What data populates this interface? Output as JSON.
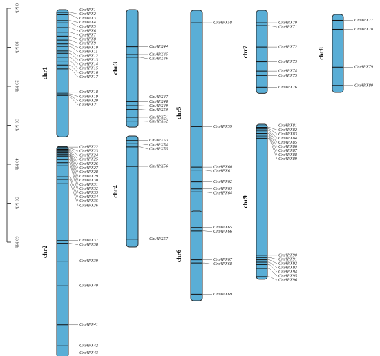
{
  "scale": {
    "ticks": [
      "0 Mb",
      "10 Mb",
      "20 Mb",
      "30 Mb",
      "40 Mb",
      "50 Mb",
      "60 Mb"
    ]
  },
  "chromosomes": [
    {
      "name": "chr1",
      "length_mb": 32.6,
      "genes": [
        {
          "id": "CmAPX1",
          "pos": 0.1
        },
        {
          "id": "CmAPX2",
          "pos": 0.7
        },
        {
          "id": "CmAPX3",
          "pos": 1.3
        },
        {
          "id": "CmAPX4",
          "pos": 2.8
        },
        {
          "id": "CmAPX5",
          "pos": 3.4
        },
        {
          "id": "CmAPX6",
          "pos": 4.6
        },
        {
          "id": "CmAPX7",
          "pos": 5.8
        },
        {
          "id": "CmAPX8",
          "pos": 6.8
        },
        {
          "id": "CmAPX9",
          "pos": 7.8
        },
        {
          "id": "CmAPX10",
          "pos": 8.8
        },
        {
          "id": "CmAPX11",
          "pos": 9.4
        },
        {
          "id": "CmAPX12",
          "pos": 10.6
        },
        {
          "id": "CmAPX13",
          "pos": 11.2
        },
        {
          "id": "CmAPX14",
          "pos": 12.2
        },
        {
          "id": "CmAPX15",
          "pos": 13.2
        },
        {
          "id": "CmAPX16",
          "pos": 14.2
        },
        {
          "id": "CmAPX17",
          "pos": 15.2
        },
        {
          "id": "CmAPX18",
          "pos": 21.2
        },
        {
          "id": "CmAPX19",
          "pos": 21.6
        },
        {
          "id": "CmAPX20",
          "pos": 22.0
        },
        {
          "id": "CmAPX21",
          "pos": 22.4
        }
      ]
    },
    {
      "name": "chr2",
      "length_mb": 54.1,
      "genes": [
        {
          "id": "CmAPX22",
          "pos": 0.2
        },
        {
          "id": "CmAPX23",
          "pos": 0.5
        },
        {
          "id": "CmAPX24",
          "pos": 0.8
        },
        {
          "id": "CmAPX25",
          "pos": 1.1
        },
        {
          "id": "CmAPX26",
          "pos": 1.4
        },
        {
          "id": "CmAPX27",
          "pos": 1.7
        },
        {
          "id": "CmAPX28",
          "pos": 2.0
        },
        {
          "id": "CmAPX29",
          "pos": 2.3
        },
        {
          "id": "CmAPX30",
          "pos": 2.6
        },
        {
          "id": "CmAPX31",
          "pos": 3.4
        },
        {
          "id": "CmAPX32",
          "pos": 4.2
        },
        {
          "id": "CmAPX33",
          "pos": 5.0
        },
        {
          "id": "CmAPX34",
          "pos": 7.8
        },
        {
          "id": "CmAPX35",
          "pos": 8.5
        },
        {
          "id": "CmAPX36",
          "pos": 9.6
        },
        {
          "id": "CmAPX37",
          "pos": 24.2
        },
        {
          "id": "CmAPX38",
          "pos": 24.9
        },
        {
          "id": "CmAPX39",
          "pos": 29.5
        },
        {
          "id": "CmAPX40",
          "pos": 35.8
        },
        {
          "id": "CmAPX41",
          "pos": 45.8
        },
        {
          "id": "CmAPX42",
          "pos": 51.2
        },
        {
          "id": "CmAPX43",
          "pos": 53.0
        }
      ]
    },
    {
      "name": "chr3",
      "length_mb": 30.1,
      "genes": [
        {
          "id": "CmAPX44",
          "pos": 9.5
        },
        {
          "id": "CmAPX45",
          "pos": 11.5
        },
        {
          "id": "CmAPX46",
          "pos": 12.2
        },
        {
          "id": "CmAPX47",
          "pos": 22.4
        },
        {
          "id": "CmAPX48",
          "pos": 23.6
        },
        {
          "id": "CmAPX49",
          "pos": 24.6
        },
        {
          "id": "CmAPX50",
          "pos": 25.6
        },
        {
          "id": "CmAPX51",
          "pos": 27.6
        },
        {
          "id": "CmAPX52",
          "pos": 28.6
        }
      ]
    },
    {
      "name": "chr4",
      "length_mb": 28.5,
      "genes": [
        {
          "id": "CmAPX53",
          "pos": 1.2
        },
        {
          "id": "CmAPX54",
          "pos": 2.0
        },
        {
          "id": "CmAPX55",
          "pos": 2.8
        },
        {
          "id": "CmAPX56",
          "pos": 7.8
        },
        {
          "id": "CmAPX57",
          "pos": 26.5
        }
      ]
    },
    {
      "name": "chr5",
      "length_mb": 52.7,
      "genes": [
        {
          "id": "CmAPX58",
          "pos": 3.2
        },
        {
          "id": "CmAPX59",
          "pos": 29.8
        },
        {
          "id": "CmAPX60",
          "pos": 40.2
        },
        {
          "id": "CmAPX61",
          "pos": 41.0
        },
        {
          "id": "CmAPX62",
          "pos": 44.0
        },
        {
          "id": "CmAPX63",
          "pos": 45.8
        },
        {
          "id": "CmAPX64",
          "pos": 46.6
        }
      ]
    },
    {
      "name": "chr6",
      "length_mb": 23.0,
      "genes": [
        {
          "id": "CmAPX65",
          "pos": 4.2
        },
        {
          "id": "CmAPX66",
          "pos": 5.1
        },
        {
          "id": "CmAPX67",
          "pos": 12.5
        },
        {
          "id": "CmAPX68",
          "pos": 13.3
        },
        {
          "id": "CmAPX69",
          "pos": 21.3
        }
      ]
    },
    {
      "name": "chr7",
      "length_mb": 21.3,
      "genes": [
        {
          "id": "CmAPX70",
          "pos": 3.2
        },
        {
          "id": "CmAPX71",
          "pos": 3.9
        },
        {
          "id": "CmAPX72",
          "pos": 9.4
        },
        {
          "id": "CmAPX73",
          "pos": 13.2
        },
        {
          "id": "CmAPX74",
          "pos": 15.6
        },
        {
          "id": "CmAPX75",
          "pos": 16.7
        },
        {
          "id": "CmAPX76",
          "pos": 19.7
        }
      ]
    },
    {
      "name": "chr8",
      "length_mb": 20.0,
      "genes": [
        {
          "id": "CmAPX77",
          "pos": 1.5
        },
        {
          "id": "CmAPX78",
          "pos": 3.8
        },
        {
          "id": "CmAPX79",
          "pos": 13.5
        },
        {
          "id": "CmAPX80",
          "pos": 18.2
        }
      ]
    },
    {
      "name": "chr9",
      "length_mb": 39.8,
      "genes": [
        {
          "id": "CmAPX81",
          "pos": 0.4
        },
        {
          "id": "CmAPX82",
          "pos": 0.8
        },
        {
          "id": "CmAPX83",
          "pos": 1.2
        },
        {
          "id": "CmAPX84",
          "pos": 1.6
        },
        {
          "id": "CmAPX85",
          "pos": 2.0
        },
        {
          "id": "CmAPX86",
          "pos": 2.4
        },
        {
          "id": "CmAPX87",
          "pos": 2.8
        },
        {
          "id": "CmAPX88",
          "pos": 3.2
        },
        {
          "id": "CmAPX89",
          "pos": 3.6
        },
        {
          "id": "CmAPX90",
          "pos": 33.6
        },
        {
          "id": "CmAPX91",
          "pos": 34.2
        },
        {
          "id": "CmAPX92",
          "pos": 34.8
        },
        {
          "id": "CmAPX93",
          "pos": 35.4
        },
        {
          "id": "CmAPX94",
          "pos": 36.0
        },
        {
          "id": "CmAPX95",
          "pos": 37.0
        },
        {
          "id": "CmAPX96",
          "pos": 39.1
        }
      ]
    }
  ]
}
